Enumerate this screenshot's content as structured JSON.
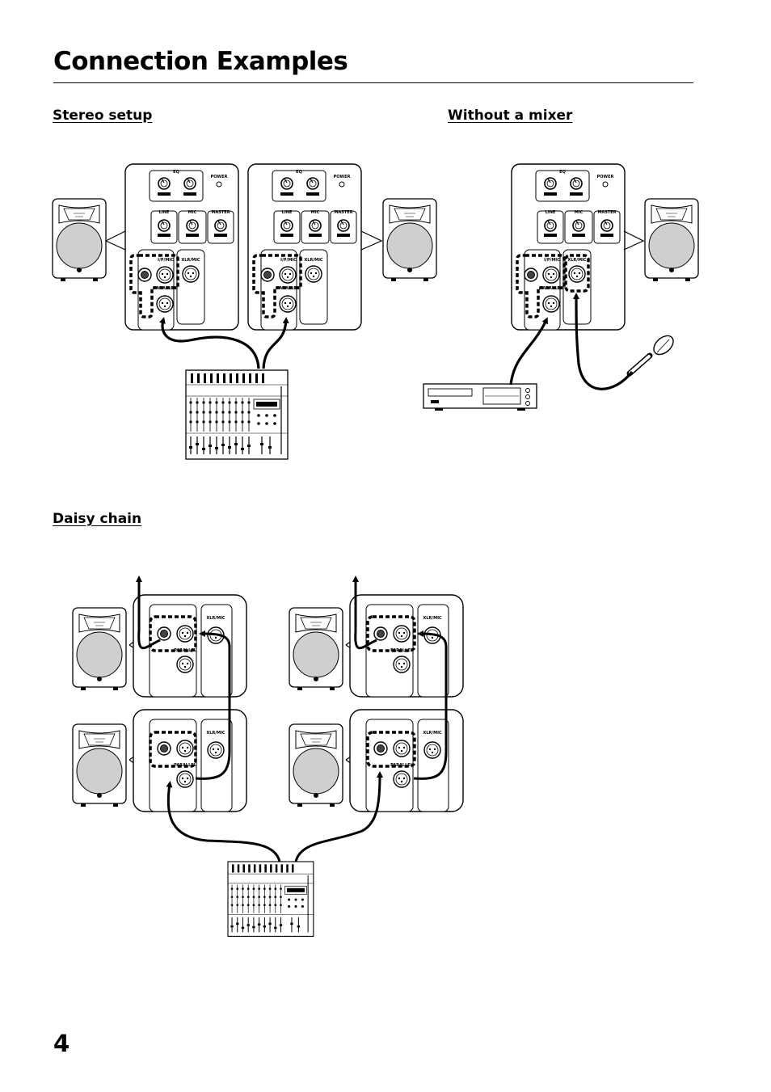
{
  "page": {
    "title": "Connection Examples",
    "page_number": "4"
  },
  "sections": {
    "stereo_setup": "Stereo setup",
    "without_mixer": "Without a mixer",
    "daisy_chain": "Daisy chain"
  },
  "panel_labels": {
    "eq": "EQ",
    "power": "POWER",
    "line": "LINE",
    "mic": "MIC",
    "master": "MASTER",
    "input": "I/P/MIC",
    "xlr": "XLR/MIC"
  }
}
